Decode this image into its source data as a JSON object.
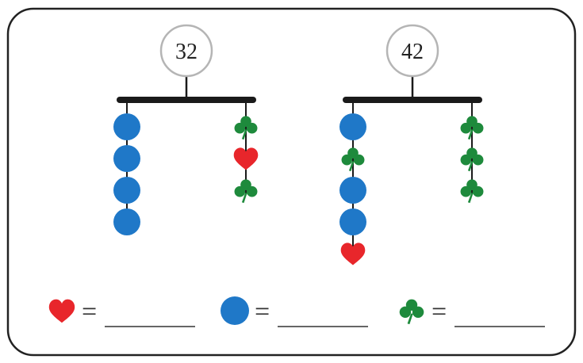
{
  "colors": {
    "frame": "#222222",
    "bar": "#1a1a1a",
    "string": "#1a1a1a",
    "circle": "#1f78c8",
    "heart": "#e8262b",
    "clover": "#1e8a3c",
    "total_ring": "#b5b5b5"
  },
  "mobiles": [
    {
      "total": "32",
      "left_string": [
        "circle",
        "circle",
        "circle",
        "circle"
      ],
      "right_string": [
        "clover",
        "heart",
        "clover"
      ]
    },
    {
      "total": "42",
      "left_string": [
        "circle",
        "clover",
        "circle",
        "circle",
        "heart"
      ],
      "right_string": [
        "clover",
        "clover",
        "clover"
      ]
    }
  ],
  "legend": [
    {
      "shape": "heart",
      "icon": "heart-icon",
      "equals": "="
    },
    {
      "shape": "circle",
      "icon": "circle-icon",
      "equals": "="
    },
    {
      "shape": "clover",
      "icon": "clover-icon",
      "equals": "="
    }
  ]
}
